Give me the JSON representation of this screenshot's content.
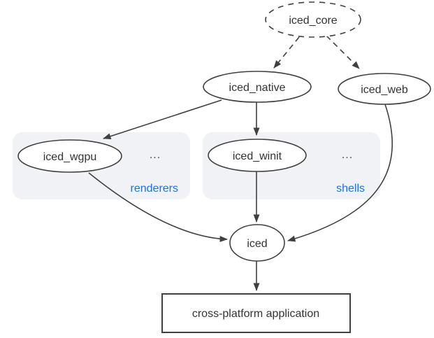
{
  "colors": {
    "bg": "#ffffff",
    "stroke": "#404040",
    "text": "#333333",
    "accent": "#1a73e8",
    "group_fill": "#f0f2f5"
  },
  "nodes": {
    "core": "iced_core",
    "native": "iced_native",
    "web": "iced_web",
    "wgpu": "iced_wgpu",
    "winit": "iced_winit",
    "iced": "iced",
    "app": "cross-platform application"
  },
  "groups": {
    "renderers": {
      "label": "renderers",
      "ellipsis": "..."
    },
    "shells": {
      "label": "shells",
      "ellipsis": "..."
    }
  },
  "edges": [
    {
      "from": "iced_core",
      "to": "iced_native",
      "style": "dashed"
    },
    {
      "from": "iced_core",
      "to": "iced_web",
      "style": "dashed"
    },
    {
      "from": "iced_native",
      "to": "iced_wgpu",
      "style": "solid"
    },
    {
      "from": "iced_native",
      "to": "iced_winit",
      "style": "solid"
    },
    {
      "from": "iced_wgpu",
      "to": "iced",
      "style": "solid"
    },
    {
      "from": "iced_winit",
      "to": "iced",
      "style": "solid"
    },
    {
      "from": "iced_web",
      "to": "iced",
      "style": "solid"
    },
    {
      "from": "iced",
      "to": "cross-platform application",
      "style": "solid"
    }
  ]
}
